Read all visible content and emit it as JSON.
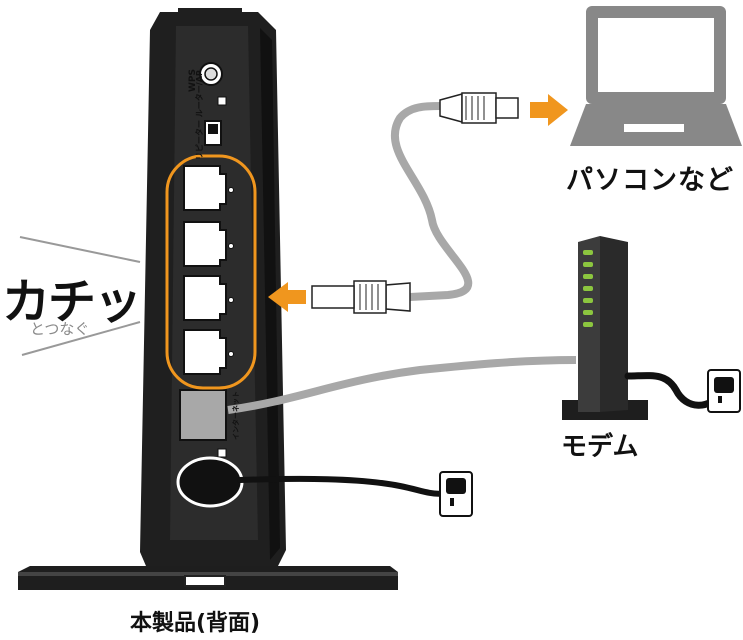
{
  "labels": {
    "pc": "パソコンなど",
    "modem": "モデム",
    "router": "本製品(背面)",
    "click": "カチッ",
    "connect": "とつなぐ"
  },
  "router_panel": {
    "wps": "WPS",
    "mode_switch": "リピーター ルーター/AP",
    "wan_label": "インターネット"
  },
  "colors": {
    "accent_orange": "#f0961e",
    "cable_gray": "#a8a8a8",
    "device_dark": "#2a2a2a",
    "modem_leds": "#8cc63f"
  },
  "icons": [
    "laptop-icon",
    "modem-icon",
    "router-icon",
    "power-outlet-icon",
    "lan-connector-icon",
    "arrow-icon"
  ]
}
